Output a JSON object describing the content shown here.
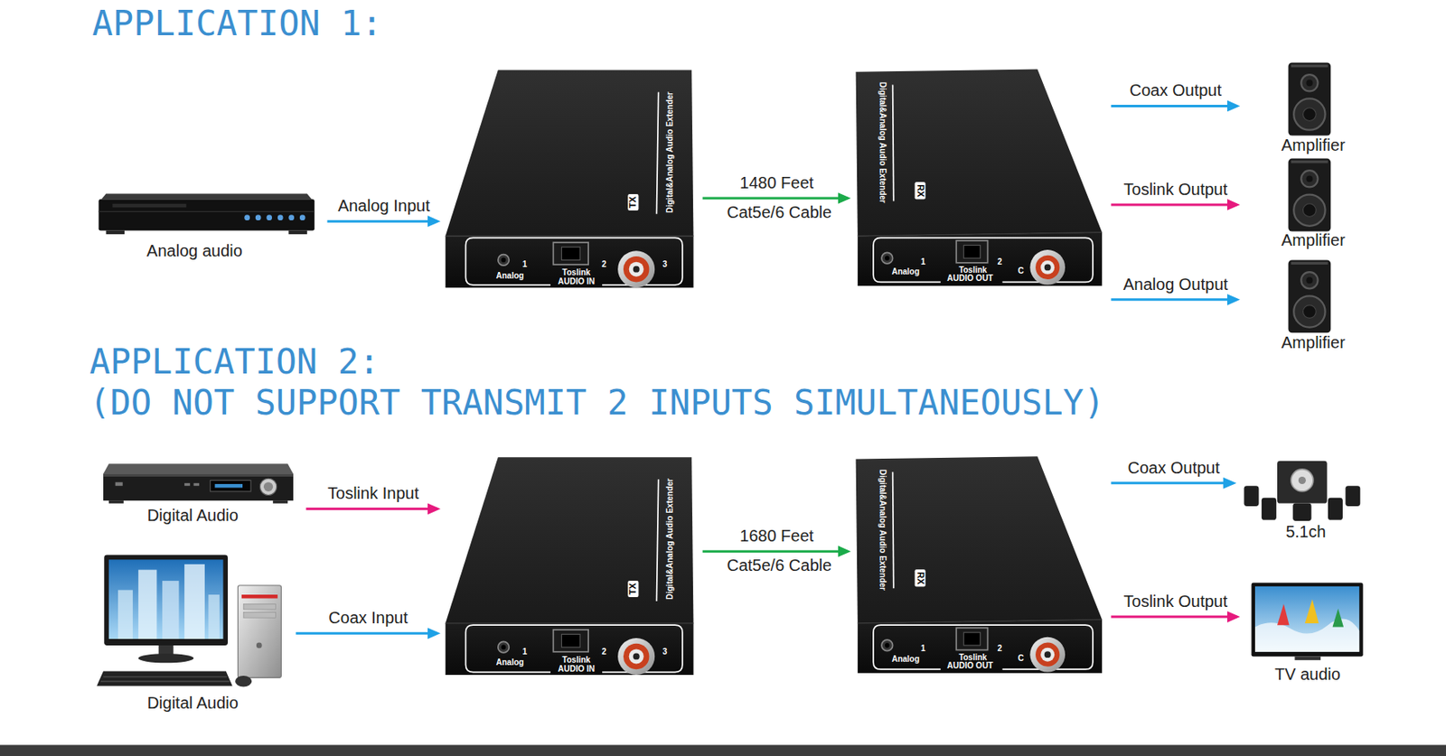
{
  "diagram": {
    "nodes": [
      {
        "text": [
          "Analog audio"
        ]
      },
      {
        "text": [
          "Digital&Analog Audio Extender",
          "TX",
          "1",
          "Analog",
          "Toslink",
          "AUDIO IN",
          "2",
          "3"
        ]
      },
      {
        "text": [
          "Digital&Analog Audio Extender",
          "RX",
          "1",
          "Analog",
          "Toslink",
          "AUDIO OUT",
          "2",
          "C"
        ]
      },
      {
        "text": [
          "Amplifier"
        ]
      },
      {
        "text": [
          "Amplifier"
        ]
      },
      {
        "text": [
          "Amplifier"
        ]
      },
      {
        "text": [
          "Digital Audio"
        ]
      },
      {
        "text": [
          "Digital Audio"
        ]
      },
      {
        "text": [
          "Digital&Analog Audio Extender",
          "TX",
          "1",
          "Analog",
          "Toslink",
          "AUDIO IN",
          "2",
          "3"
        ]
      },
      {
        "text": [
          "Digital&Analog Audio Extender",
          "RX",
          "1",
          "Analog",
          "Toslink",
          "AUDIO OUT",
          "2",
          "C"
        ]
      },
      {
        "text": [
          "5.1ch"
        ]
      },
      {
        "text": [
          "TV audio"
        ]
      }
    ],
    "edges": [
      {
        "from": 0,
        "to": 1,
        "arrow": "to",
        "label": "Analog Input"
      },
      {
        "from": 1,
        "to": 2,
        "arrow": "to",
        "label": "1480 Feet"
      },
      {
        "from": 2,
        "to": 3,
        "arrow": "to",
        "label": "Coax Output"
      },
      {
        "from": 2,
        "to": 4,
        "arrow": "to",
        "label": "Toslink Output"
      },
      {
        "from": 2,
        "to": 5,
        "arrow": "to",
        "label": "Analog Output"
      },
      {
        "from": 6,
        "to": 8,
        "arrow": "to",
        "label": "Toslink Input"
      },
      {
        "from": 7,
        "to": 8,
        "arrow": "to",
        "label": "Coax Input"
      },
      {
        "from": 8,
        "to": 9,
        "arrow": "to",
        "label": "1680 Feet"
      },
      {
        "from": 9,
        "to": 10,
        "arrow": "to",
        "label": "Coax Output"
      },
      {
        "from": 9,
        "to": 11,
        "arrow": "to",
        "label": "Toslink Output"
      }
    ],
    "labels": [
      "APPLICATION 1:",
      "APPLICATION 2:",
      "(DO NOT SUPPORT TRANSMIT 2 INPUTS SIMULTANEOUSLY)",
      "Cat5e/6 Cable",
      "Cat5e/6 Cable"
    ]
  }
}
